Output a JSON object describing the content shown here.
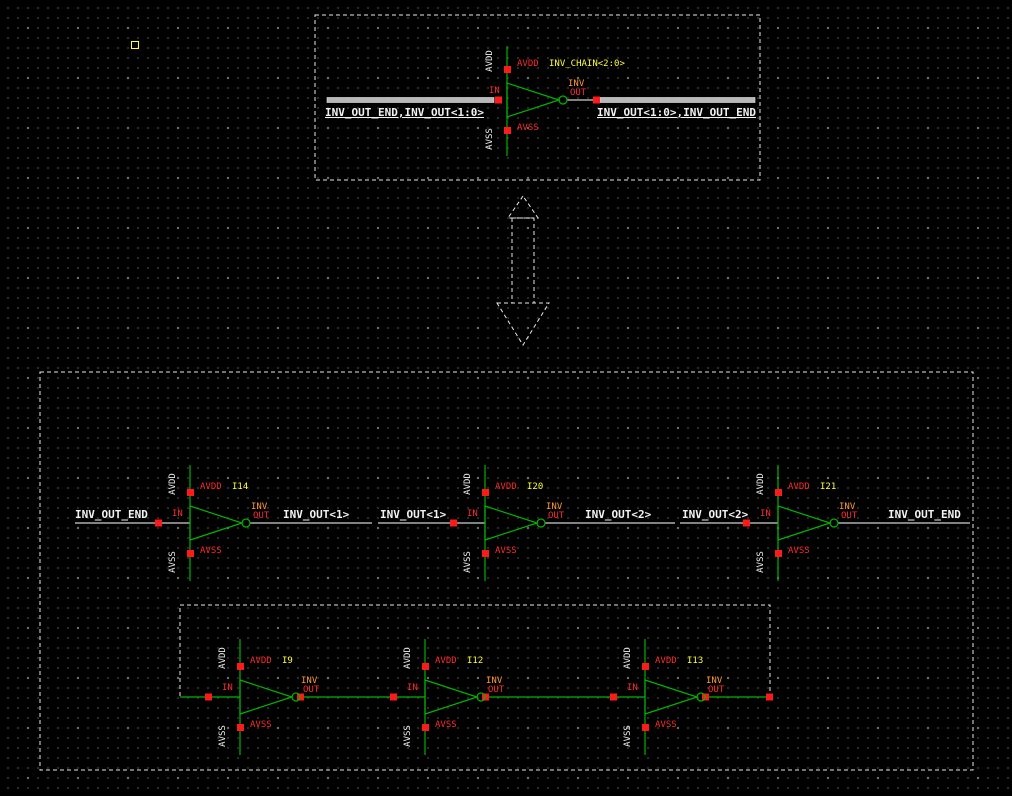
{
  "colors": {
    "background": "#000000",
    "symbol_green": "#00b400",
    "pin_red": "#ff1a1a",
    "instance_yellow": "#ffff33",
    "cell_orange": "#ff9933",
    "net_white": "#f2f2f2",
    "bus_gray": "#b8b8b8",
    "highlight_dash": "#e9e9e9"
  },
  "pin_labels": {
    "avdd": "AVDD",
    "avss": "AVSS",
    "in": "IN",
    "out": "OUT",
    "cell": "INV"
  },
  "top_symbol": {
    "instance": "INV_CHAIN<2:0>",
    "in_bus_net": "INV_OUT_END,INV_OUT<1:0>",
    "out_bus_net": "INV_OUT<1:0>,INV_OUT_END"
  },
  "row1": {
    "inverters": [
      {
        "instance": "I14",
        "in_net": "INV_OUT_END",
        "out_net": "INV_OUT<1>"
      },
      {
        "instance": "I20",
        "in_net": "INV_OUT<1>",
        "out_net": "INV_OUT<2>"
      },
      {
        "instance": "I21",
        "in_net": "INV_OUT<2>",
        "out_net": "INV_OUT_END"
      }
    ]
  },
  "ring": {
    "inverters": [
      {
        "instance": "I9"
      },
      {
        "instance": "I12"
      },
      {
        "instance": "I13"
      }
    ]
  }
}
